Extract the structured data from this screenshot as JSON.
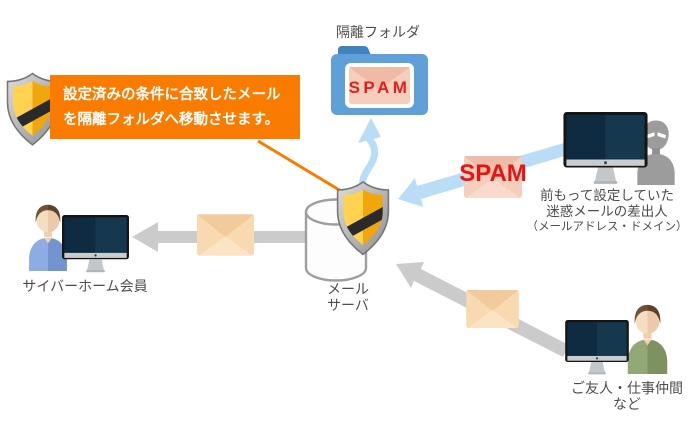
{
  "colors": {
    "callout_orange": "#F97C00",
    "arrow_gray": "#CBCBCB",
    "arrow_blue": "#B9DDF6",
    "spam_red": "#E31616",
    "folder_blue": "#5FA0D8",
    "label_text": "#4D4D4D"
  },
  "quarantine_folder": {
    "label": "隔離フォルダ",
    "badge": "SPAM"
  },
  "callout": {
    "text_line1": "設定済みの条件に合致したメール",
    "text_line2": "を隔離フォルダへ移動させます。"
  },
  "mail_server": {
    "label_line1": "メール",
    "label_line2": "サーバ"
  },
  "member": {
    "label": "サイバーホーム会員"
  },
  "spam_sender": {
    "arrow_badge": "SPAM",
    "label_line1": "前もって設定していた",
    "label_line2": "迷惑メールの差出人",
    "label_line3": "（メールアドレス・ドメイン）"
  },
  "friends": {
    "label_line1": "ご友人・仕事仲間",
    "label_line2": "など"
  }
}
